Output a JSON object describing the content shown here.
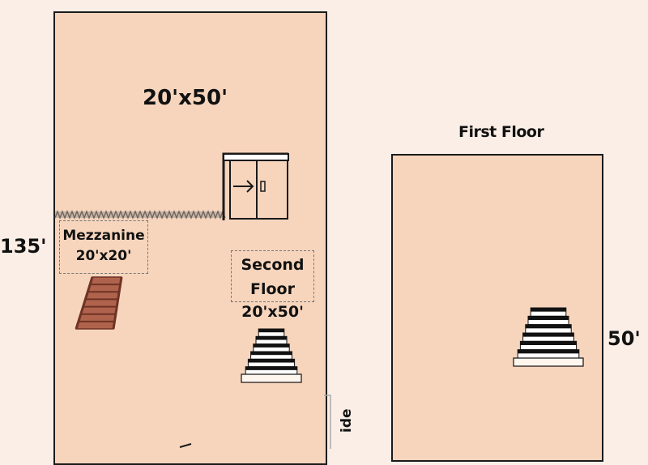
{
  "main_building": {
    "size_label": "20'x50'",
    "dimension_label": "135'",
    "mezzanine": {
      "name": "Mezzanine",
      "size": "20'x20'"
    },
    "second_floor": {
      "name_line1": "Second",
      "name_line2": "Floor",
      "size": "20'x50'"
    },
    "side_label": "ide"
  },
  "first_floor": {
    "title": "First Floor",
    "dimension_label": "50'"
  },
  "colors": {
    "room_fill": "#f7d5bd",
    "background": "#fbeee6",
    "wall": "#1a1a1a",
    "stair_wood": "#a0523d"
  },
  "icons": [
    "door-icon",
    "arrow-right-icon",
    "stairs-icon",
    "wooden-stairs-icon"
  ]
}
